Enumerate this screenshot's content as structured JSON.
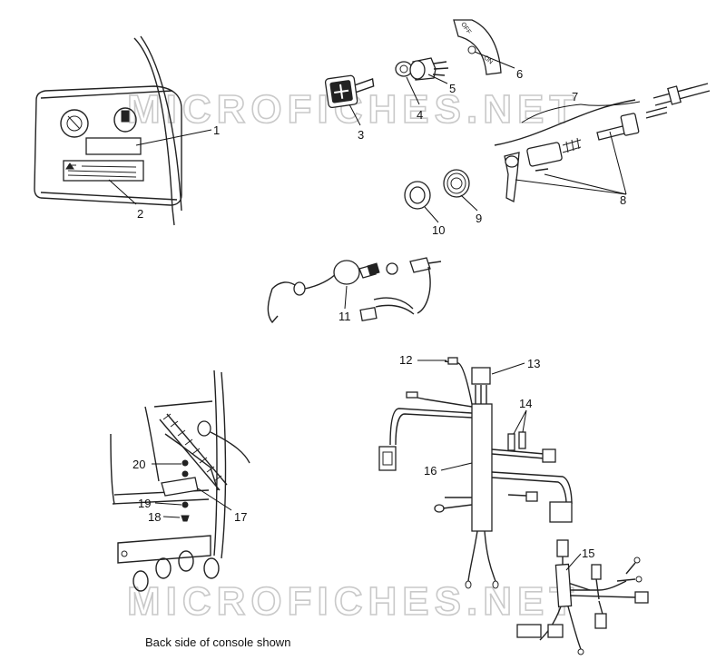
{
  "watermark": "MICROFICHES.NET",
  "caption": "Back side of console shown",
  "decal_text": {
    "switch_plate_off": "OFF",
    "switch_plate_on": "ON"
  },
  "callouts": [
    "1",
    "2",
    "3",
    "4",
    "5",
    "6",
    "7",
    "8",
    "9",
    "10",
    "11",
    "12",
    "13",
    "14",
    "15",
    "16",
    "17",
    "18",
    "19",
    "20"
  ]
}
